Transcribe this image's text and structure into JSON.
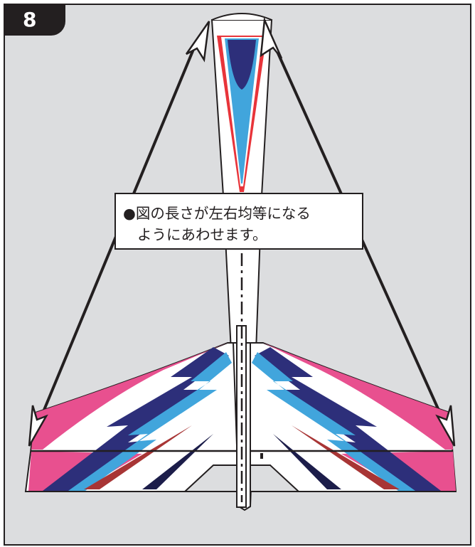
{
  "step": {
    "number": "8"
  },
  "note": {
    "line1": "●図の長さが左右均等になる",
    "line2": "ようにあわせます。"
  },
  "colors": {
    "background": "#dcdddf",
    "outline": "#231f20",
    "pink": "#e8508f",
    "light_blue": "#41a5dc",
    "navy": "#2d2f7a",
    "red": "#e8343a",
    "dark_red": "#a83535",
    "dark_navy": "#1c1d4a"
  },
  "icons": [
    "arrowhead-icon"
  ]
}
